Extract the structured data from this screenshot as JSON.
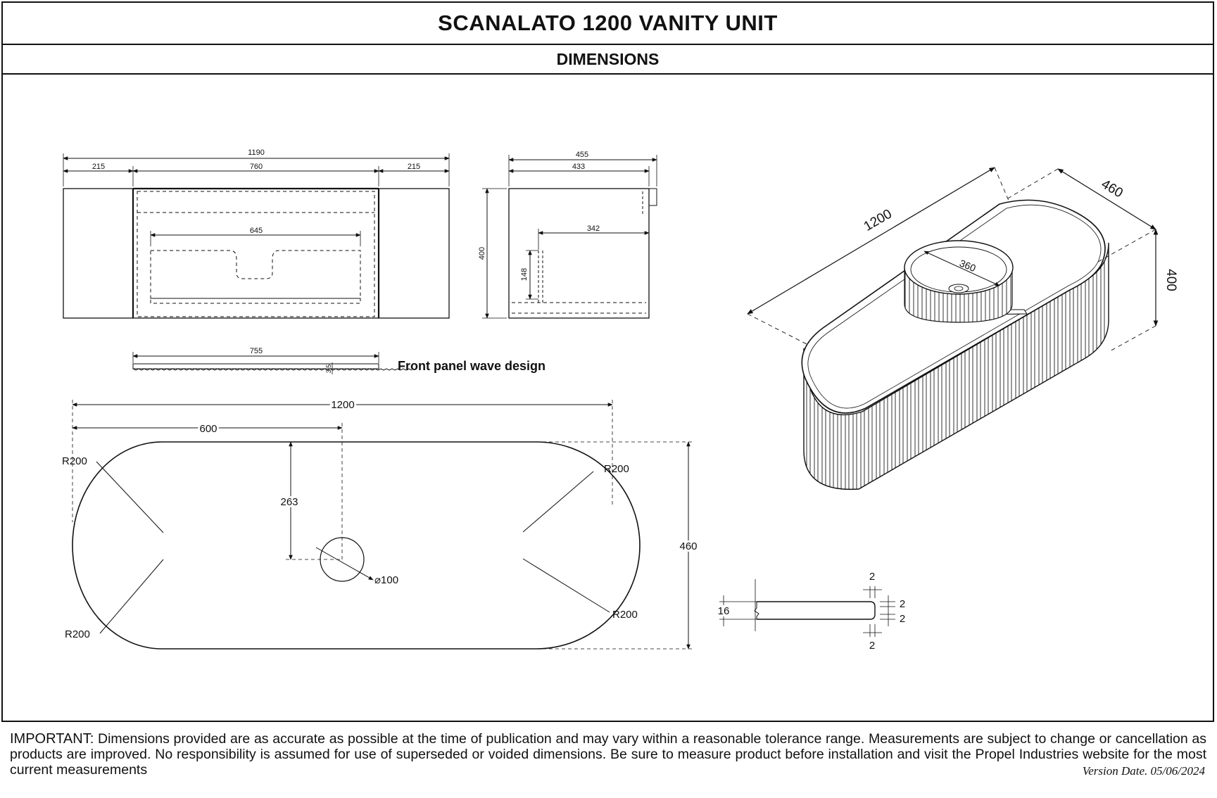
{
  "header": {
    "title": "SCANALATO 1200 VANITY UNIT",
    "subtitle": "DIMENSIONS"
  },
  "front_view": {
    "overall_width": "1190",
    "left_side": "215",
    "center": "760",
    "right_side": "215",
    "basin_width": "645",
    "height": "400"
  },
  "side_view": {
    "overall_depth": "455",
    "inner_depth": "433",
    "basin_offset": "342",
    "basin_depth": "148"
  },
  "panel": {
    "width": "755",
    "thickness": "3.5",
    "caption": "Front panel wave design"
  },
  "top_view": {
    "width": "1200",
    "half_width": "600",
    "hole_offset": "263",
    "depth": "460",
    "radius_tl": "R200",
    "radius_tr": "R200",
    "radius_bl": "R200",
    "radius_br": "R200",
    "hole_diameter": "⌀100"
  },
  "iso_view": {
    "length": "1200",
    "depth": "460",
    "height": "400",
    "basin": "360"
  },
  "edge_profile": {
    "thickness": "16",
    "top_gap": "2",
    "right_gap_a": "2",
    "right_gap_b": "2",
    "bottom_gap": "2"
  },
  "footer": {
    "important_label": "IMPORTANT:",
    "notice": "Dimensions provided are as accurate as possible at the time of publication and may vary within a reasonable tolerance range. Measurements are subject to change or cancellation as products are improved. No responsibility is assumed for use of superseded or voided dimensions. Be sure to measure product before installation and visit the Propel Industries website for the most current measurements",
    "version": "Version Date. 05/06/2024"
  }
}
